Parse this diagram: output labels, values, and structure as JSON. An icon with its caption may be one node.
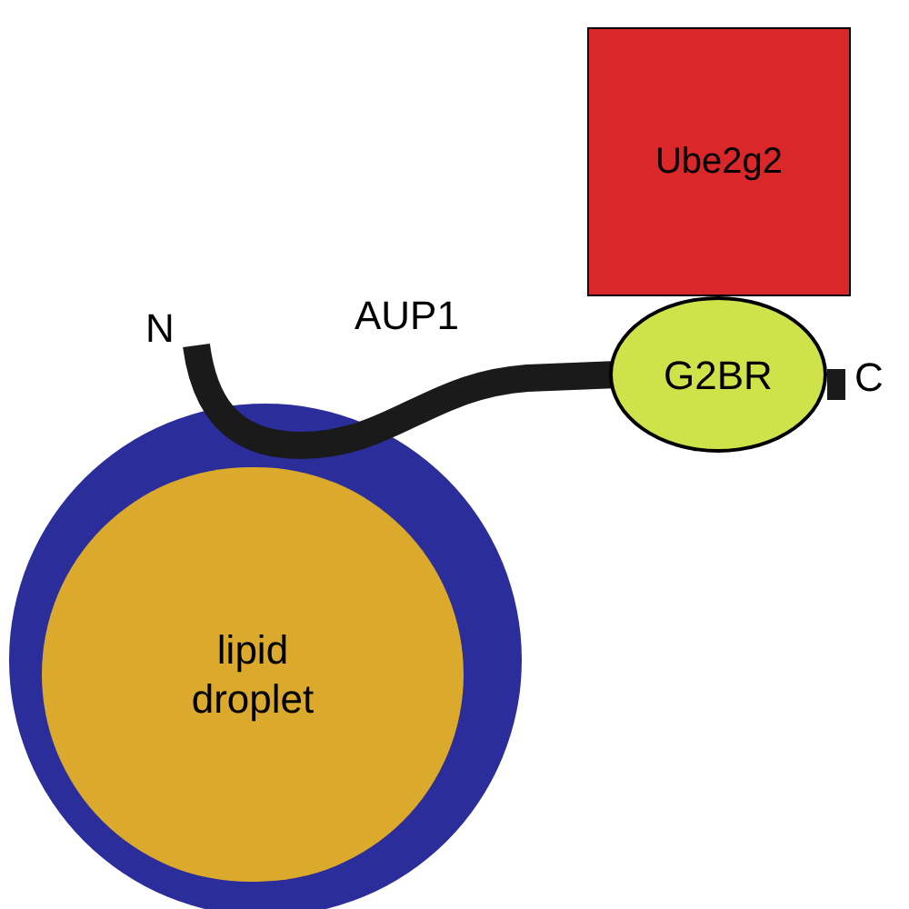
{
  "diagram": {
    "nodes": [
      {
        "text": [],
        "shape": "circle"
      },
      {
        "text": [
          "lipid droplet"
        ],
        "in": 0
      },
      {
        "text": [
          "Ube2g2"
        ]
      },
      {
        "text": [
          "G2BR"
        ]
      }
    ],
    "labels": [
      "N",
      "AUP1",
      "C"
    ]
  }
}
